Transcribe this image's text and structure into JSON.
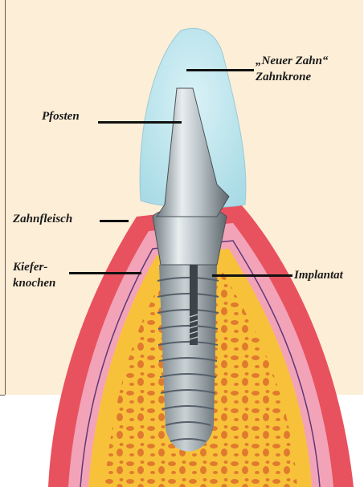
{
  "labels": {
    "crown_line1": "„Neuer Zahn“",
    "crown_line2": "Zahnkrone",
    "post": "Pfosten",
    "gum": "Zahnfleisch",
    "bone_line1": "Kiefer-",
    "bone_line2": "knochen",
    "implant": "Implantat"
  },
  "colors": {
    "background": "#fdeed7",
    "crown": "#bfe6ee",
    "gum_outer": "#e8525f",
    "gum_inner": "#f3a3b8",
    "bone_yellow": "#f7c23a",
    "marrow": "#e07a2e",
    "metal": "#a9b3b8"
  }
}
